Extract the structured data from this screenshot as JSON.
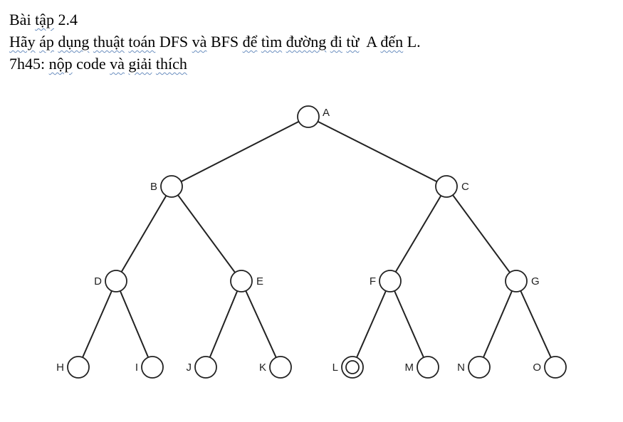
{
  "document": {
    "title": "Bài tập 2.4",
    "instruction": "Hãy áp dụng thuật toán DFS và BFS để tìm đường đi từ  A đến L.",
    "deadline": "7h45: nộp code và giải thích"
  },
  "tree": {
    "nodes": [
      "A",
      "B",
      "C",
      "D",
      "E",
      "F",
      "G",
      "H",
      "I",
      "J",
      "K",
      "L",
      "M",
      "N",
      "O"
    ],
    "edges": [
      [
        "A",
        "B"
      ],
      [
        "A",
        "C"
      ],
      [
        "B",
        "D"
      ],
      [
        "B",
        "E"
      ],
      [
        "C",
        "F"
      ],
      [
        "C",
        "G"
      ],
      [
        "D",
        "H"
      ],
      [
        "D",
        "I"
      ],
      [
        "E",
        "J"
      ],
      [
        "E",
        "K"
      ],
      [
        "F",
        "L"
      ],
      [
        "F",
        "M"
      ],
      [
        "G",
        "N"
      ],
      [
        "G",
        "O"
      ]
    ],
    "goal_node": "L"
  }
}
